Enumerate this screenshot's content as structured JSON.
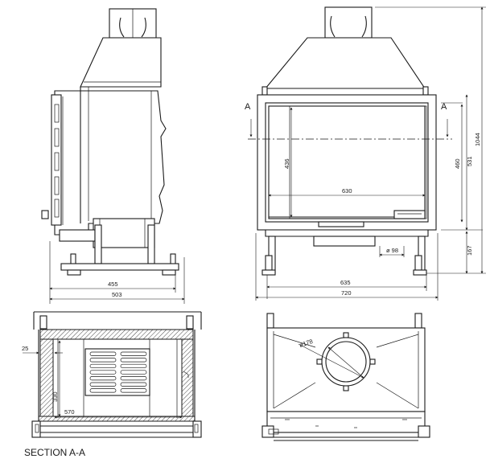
{
  "dimensions": {
    "side_depth_455": "455",
    "side_depth_503": "503",
    "front_width_630": "630",
    "front_height_436": "436",
    "front_height_460": "460",
    "front_height_531": "531",
    "total_height_1044": "1044",
    "leg_height_167": "167",
    "flue_diameter_98": "ø 98",
    "base_width_635": "635",
    "total_width_720": "720",
    "section_wall_25": "25",
    "section_height_330": "330",
    "section_width_570": "570",
    "top_flue_diameter_178": "ø178"
  },
  "labels": {
    "section_marker_left": "A",
    "section_marker_right": "A",
    "section_title": "SECTION A-A"
  },
  "colors": {
    "line": "#1a1a1a",
    "background": "#ffffff"
  }
}
